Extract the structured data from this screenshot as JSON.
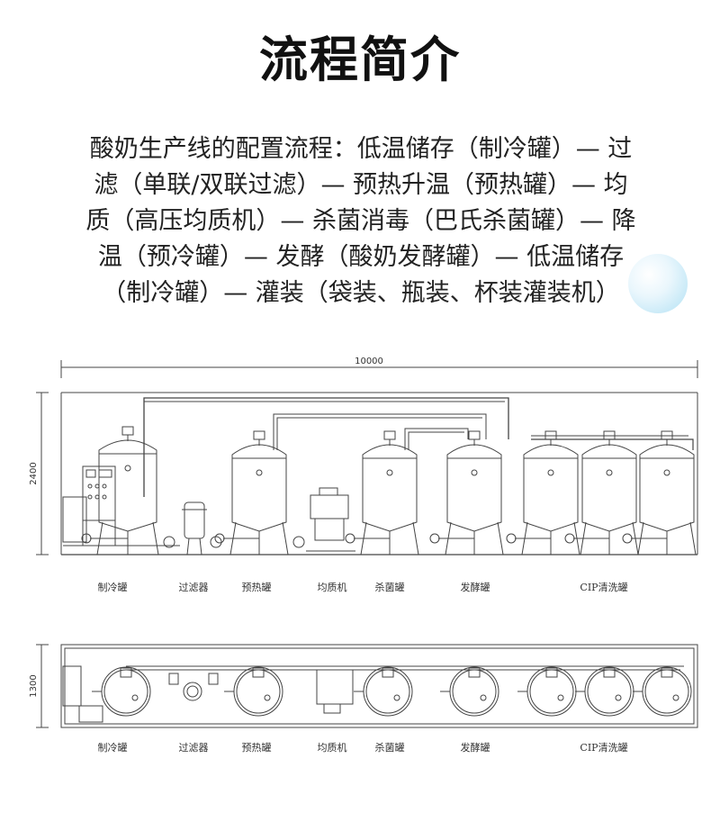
{
  "title": "流程简介",
  "description_lines": [
    "酸奶生产线的配置流程：低温储存（制冷罐）— 过",
    "滤（单联/双联过滤）— 预热升温（预热罐）— 均",
    "质（高压均质机）— 杀菌消毒（巴氏杀菌罐）— 降",
    "温（预冷罐）— 发酵（酸奶发酵罐）— 低温储存",
    "（制冷罐）— 灌装（袋装、瓶装、杯装灌装机）"
  ],
  "diagram": {
    "dim_width": "10000",
    "dim_front_height": "2400",
    "dim_top_height": "1300",
    "labels": [
      "制冷罐",
      "过滤器",
      "预热罐",
      "均质机",
      "杀菌罐",
      "发酵罐",
      "CIP清洗罐"
    ]
  }
}
